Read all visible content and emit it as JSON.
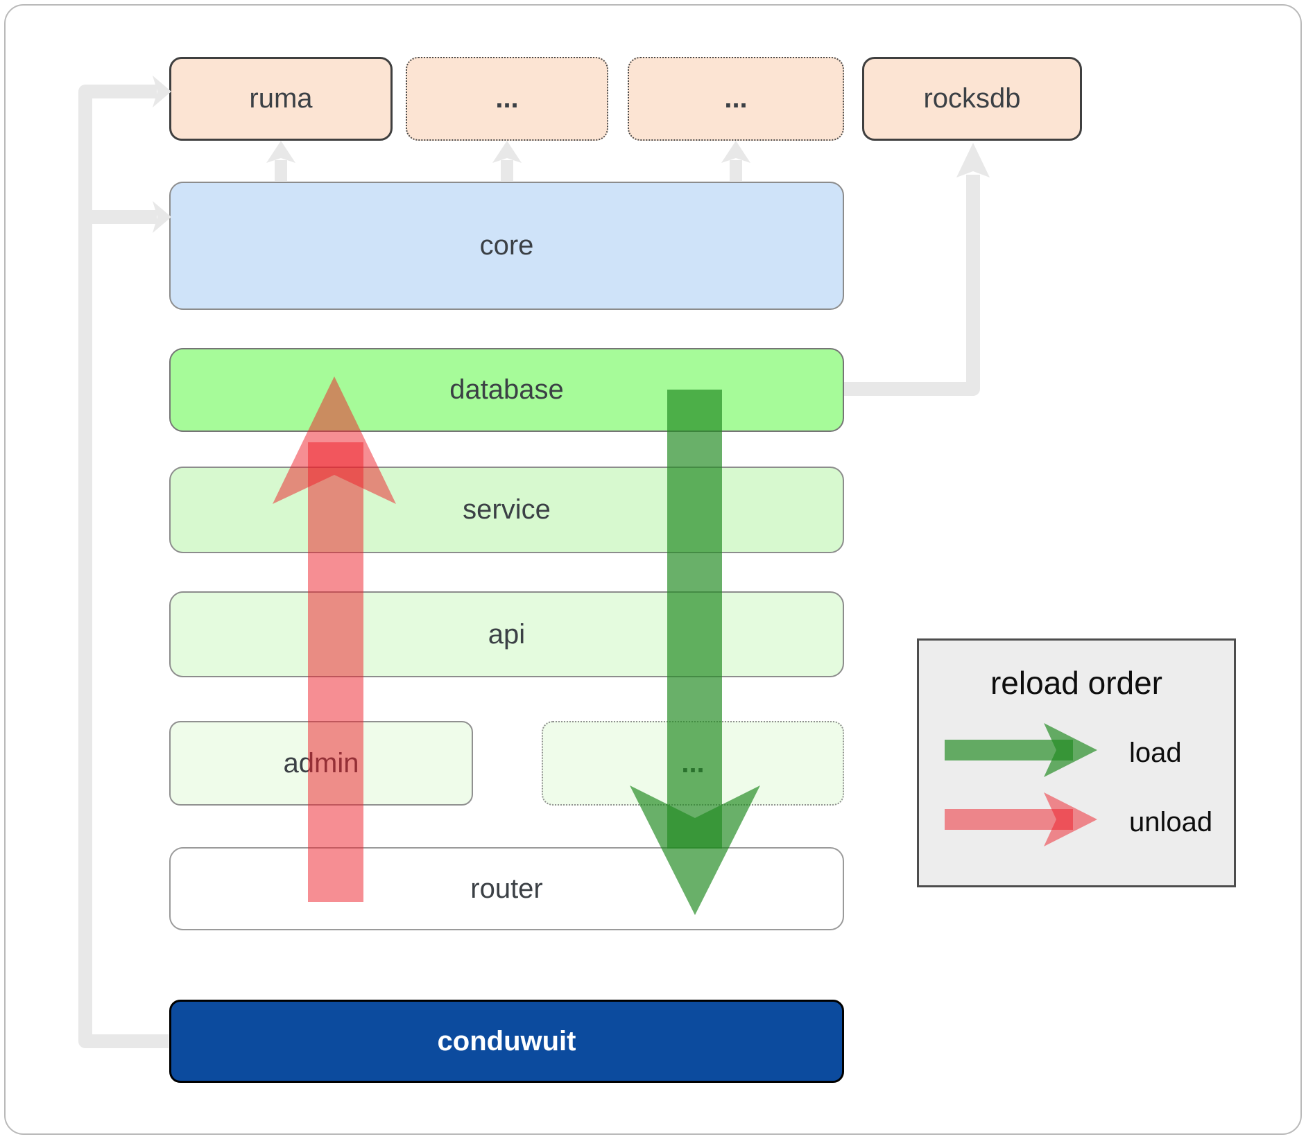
{
  "boxes": {
    "ruma": "ruma",
    "ellipsis_top_1": "...",
    "ellipsis_top_2": "...",
    "rocksdb": "rocksdb",
    "core": "core",
    "database": "database",
    "service": "service",
    "api": "api",
    "admin": "admin",
    "ellipsis_bottom": "...",
    "router": "router",
    "conduwuit": "conduwuit"
  },
  "legend": {
    "title": "reload order",
    "load_label": "load",
    "unload_label": "unload"
  },
  "colors": {
    "crate_fill": "#fce4d3",
    "core_fill": "#cfe3f9",
    "database_fill": "#a6fb99",
    "service_fill": "#d7f9cf",
    "api_fill": "#e4fbde",
    "admin_fill": "#effcea",
    "router_fill": "#ffffff",
    "conduwuit_fill": "#0c4b9e",
    "connector_gray": "#e8e8e8",
    "load_arrow": "rgba(34,139,34,0.68)",
    "unload_arrow": "rgba(237,30,40,0.5)",
    "legend_bg": "#ededed"
  }
}
